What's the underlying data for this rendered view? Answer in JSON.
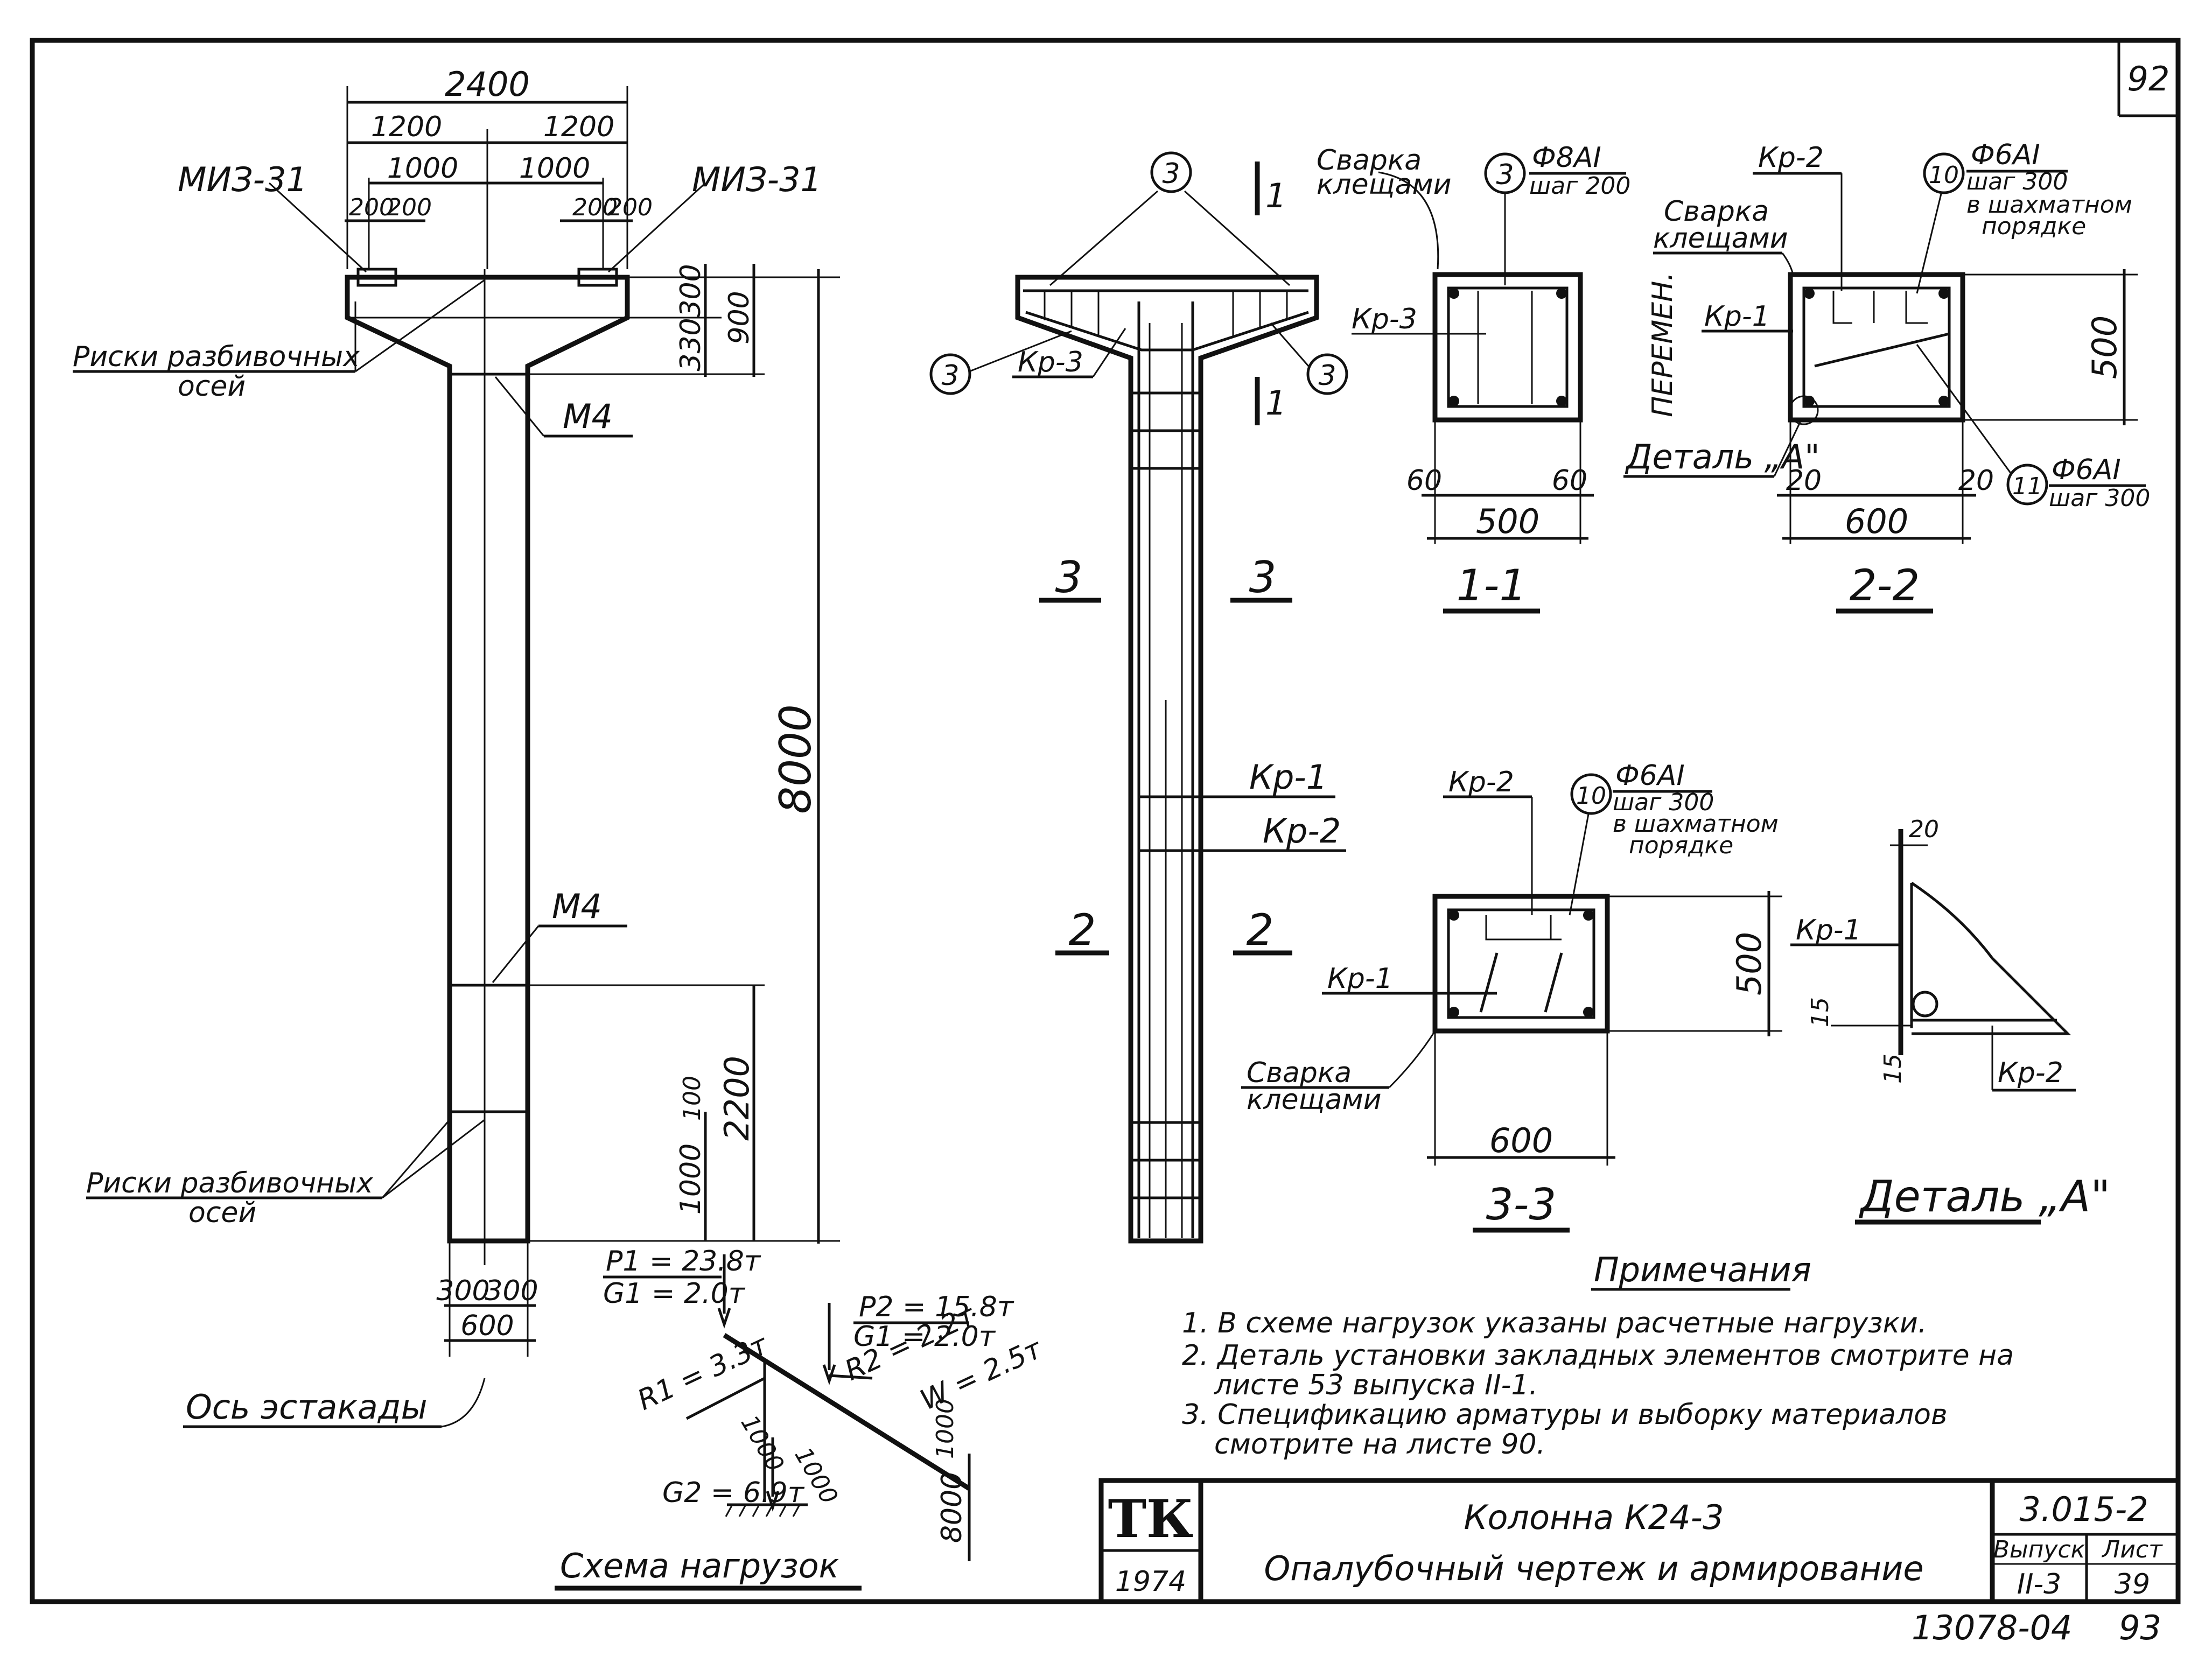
{
  "sheet_number_top": "92",
  "col_dims": {
    "overall": "2400",
    "half_left": "1200",
    "half_right": "1200",
    "inner_left": "1000",
    "inner_right": "1000",
    "s200a": "200",
    "s200b": "200",
    "s200c": "200",
    "s200d": "200",
    "h300": "300",
    "h330": "330",
    "h900": "900",
    "h8000": "8000",
    "h2200": "2200",
    "h1000": "1000",
    "h100": "100",
    "w300a": "300",
    "w300b": "300",
    "w600": "600"
  },
  "labels": {
    "miz_left": "МИЗ-31",
    "miz_right": "МИЗ-31",
    "m4_top": "М4",
    "m4_mid": "М4",
    "risks_top_1": "Риски разбивочных",
    "risks_top_2": "осей",
    "risks_bot_1": "Риски разбивочных",
    "risks_bot_2": "осей",
    "axis": "Ось эстакады"
  },
  "reinf": {
    "c3_top": "3",
    "c3_left": "3",
    "c3_right": "3",
    "kr3": "Кр-3",
    "cut1_top": "1",
    "cut1_bot": "1",
    "cut3_left": "3",
    "cut3_right": "3",
    "cut2_left": "2",
    "cut2_right": "2",
    "kr1": "Кр-1",
    "kr2": "Кр-2"
  },
  "sec11": {
    "weld_1": "Сварка",
    "weld_2": "клещами",
    "circle": "3",
    "bar": "Ф8АΙ",
    "step": "шаг 200",
    "kr3": "Кр-3",
    "var": "ПЕРЕМЕН.",
    "d60a": "60",
    "d60b": "60",
    "d500": "500",
    "title": "1-1"
  },
  "sec22": {
    "kr2": "Кр-2",
    "circle10": "10",
    "bar10": "Ф6АΙ",
    "step10": "шаг 300",
    "stag_1": "в шахматном",
    "stag_2": "порядке",
    "weld_1": "Сварка",
    "weld_2": "клещами",
    "kr1": "Кр-1",
    "d500": "500",
    "detail": "Деталь „А\"",
    "d20a": "20",
    "d20b": "20",
    "d600": "600",
    "circle11": "11",
    "bar11": "Ф6АΙ",
    "step11": "шаг 300",
    "title": "2-2"
  },
  "sec33": {
    "kr2": "Кр-2",
    "circle10": "10",
    "bar10": "Ф6АΙ",
    "step10": "шаг 300",
    "stag_1": "в шахматном",
    "stag_2": "порядке",
    "d500": "500",
    "kr1": "Кр-1",
    "weld_1": "Сварка",
    "weld_2": "клещами",
    "d600": "600",
    "title": "3-3"
  },
  "detailA": {
    "d20": "20",
    "kr1": "Кр-1",
    "d15a": "15",
    "d15b": "15",
    "kr2": "Кр-2",
    "title": "Деталь „А\""
  },
  "loads": {
    "p1": "P1 = 23.8т",
    "g1a": "G1 = 2.0т",
    "p2": "P2 = 15.8т",
    "g1b": "G1 = 2.0т",
    "r1": "R1 = 3.3т",
    "r2": "R2 = 2.2т",
    "w": "W = 2.5т",
    "d1000a": "1000",
    "d1000b": "1000",
    "d1000c": "1000",
    "g2": "G2 = 6.9т",
    "d8000": "8000",
    "title": "Схема нагрузок"
  },
  "notes": {
    "title": "Примечания",
    "n1": "1. В схеме нагрузок указаны расчетные нагрузки.",
    "n2a": "2. Деталь установки закладных элементов смотрите на",
    "n2b": "листе  53  выпуска  ΙΙ-1.",
    "n3a": "3. Спецификацию арматуры и выборку материалов",
    "n3b": "смотрите на листе 90."
  },
  "title_block": {
    "logo": "ТК",
    "year": "1974",
    "name": "Колонна К24-3",
    "desc": "Опалубочный чертеж и армирование",
    "code": "3.015-2",
    "issue_label": "Выпуск",
    "issue": "ΙΙ-3",
    "sheet_label": "Лист",
    "sheet": "39"
  },
  "footer": {
    "archive": "13078-04",
    "page": "93"
  }
}
